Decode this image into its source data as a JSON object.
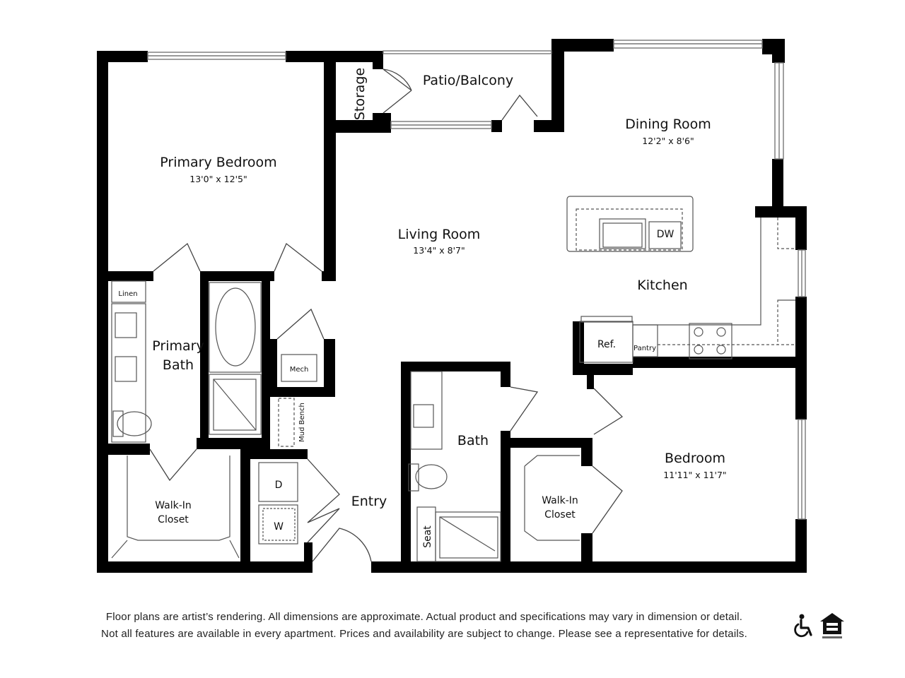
{
  "rooms": {
    "primary_bedroom": {
      "name": "Primary Bedroom",
      "dims": "13'0\" x 12'5\""
    },
    "storage": {
      "name": "Storage"
    },
    "patio": {
      "name": "Patio/Balcony"
    },
    "dining": {
      "name": "Dining Room",
      "dims": "12'2\" x 8'6\""
    },
    "living": {
      "name": "Living Room",
      "dims": "13'4\" x 8'7\""
    },
    "kitchen": {
      "name": "Kitchen"
    },
    "primary_bath": {
      "line1": "Primary",
      "line2": "Bath"
    },
    "linen": {
      "name": "Linen"
    },
    "mech": {
      "name": "Mech"
    },
    "mud_bench": {
      "name": "Mud Bench"
    },
    "bath": {
      "name": "Bath"
    },
    "entry": {
      "name": "Entry"
    },
    "bedroom": {
      "name": "Bedroom",
      "dims": "11'11\" x 11'7\""
    },
    "walkin_primary": {
      "line1": "Walk-In",
      "line2": "Closet"
    },
    "walkin_bedroom": {
      "line1": "Walk-In",
      "line2": "Closet"
    },
    "seat": {
      "name": "Seat"
    }
  },
  "fixtures": {
    "dw": "DW",
    "ref": "Ref.",
    "pantry": "Pantry",
    "dryer": "D",
    "washer": "W"
  },
  "footer": {
    "line1": "Floor plans are artist’s rendering. All dimensions are approximate. Actual product and specifications may vary in dimension or detail.",
    "line2": "Not all features are available in every apartment. Prices and availability are subject to change. Please see a representative for details."
  },
  "icons": {
    "accessibility": "wheelchair-icon",
    "housing": "equal-housing-icon"
  },
  "colors": {
    "wall": "#000000",
    "fixture_line": "#555555"
  }
}
